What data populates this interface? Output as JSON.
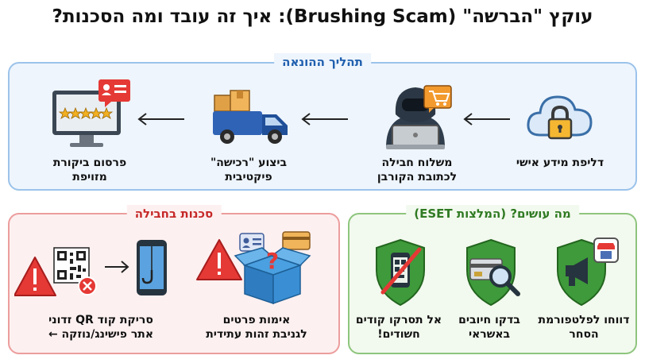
{
  "title": "עוקץ \"הברשה\" (Brushing Scam): איך זה עובד ומה הסכנות?",
  "process": {
    "label": "תהליך ההונאה",
    "steps": [
      {
        "icon": "cloud-lock-icon",
        "lines": [
          "דליפת מידע אישי"
        ]
      },
      {
        "icon": "hacker-icon",
        "lines": [
          "משלוח חבילה",
          "לכתובת הקורבן"
        ]
      },
      {
        "icon": "delivery-truck-icon",
        "lines": [
          "ביצוע \"רכישה\"",
          "פיקטיבית"
        ]
      },
      {
        "icon": "monitor-review-icon",
        "lines": [
          "פרסום ביקורת",
          "מזויפת"
        ]
      }
    ]
  },
  "actions": {
    "label": "מה עושים? (המלצות ESET)",
    "items": [
      {
        "icon": "shield-megaphone-icon",
        "lines": [
          "דווחו לפלטפורמת",
          "הסחר"
        ]
      },
      {
        "icon": "shield-card-icon",
        "lines": [
          "בדקו חיובים",
          "באשראי"
        ]
      },
      {
        "icon": "shield-no-scan-icon",
        "lines": [
          "אל תסרקו קודים",
          "חשודים!"
        ]
      }
    ]
  },
  "dangers": {
    "label": "סכנות בחבילה",
    "items": [
      {
        "icon": "box-id-warning-icon",
        "lines": [
          "אימות פרטים",
          "לגניבת זהות עתידית"
        ]
      },
      {
        "icon": "qr-phishing-icon",
        "lines": [
          "סריקת קוד QR זדוני",
          "אתר פישינג/נוזקה ←"
        ]
      }
    ]
  },
  "colors": {
    "process_accent": "#1f5fae",
    "actions_accent": "#2f7a22",
    "dangers_accent": "#c62828"
  }
}
